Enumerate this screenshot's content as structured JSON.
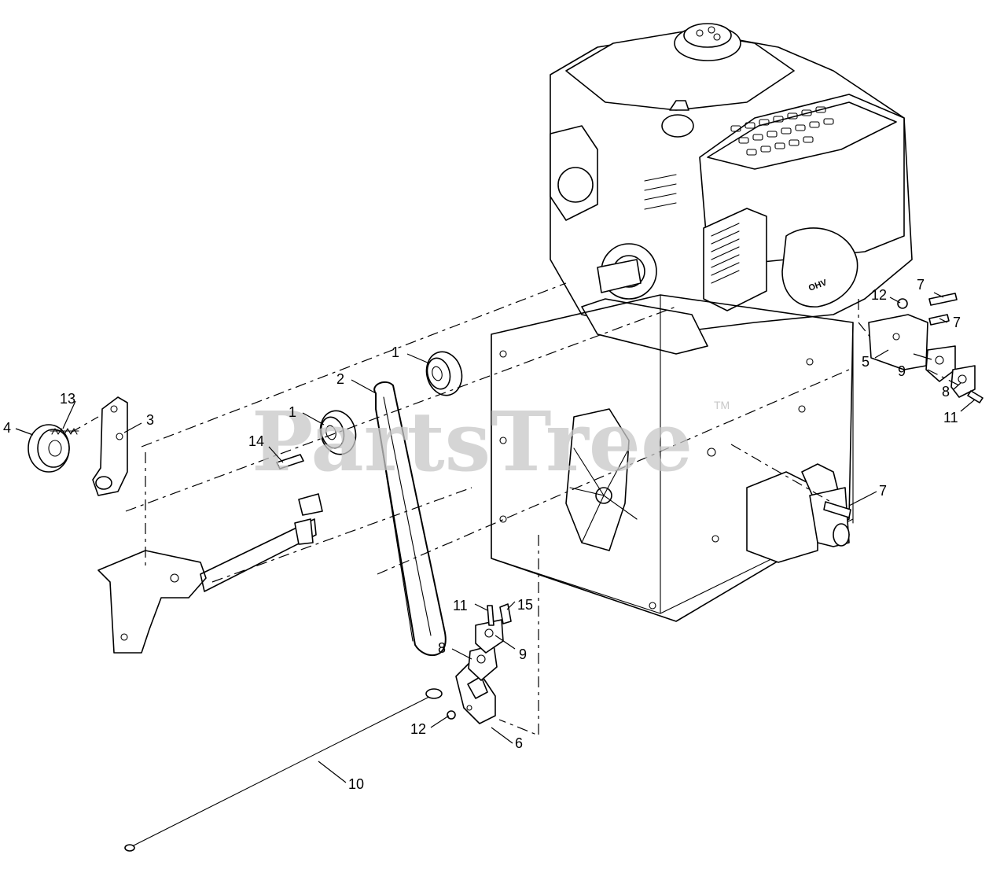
{
  "watermark": {
    "text": "PartsTree",
    "tm": "TM",
    "color": "#c8c8c8"
  },
  "engine_label": "OHV",
  "callouts": [
    {
      "id": "c-1a",
      "label": "1"
    },
    {
      "id": "c-1b",
      "label": "1"
    },
    {
      "id": "c-2",
      "label": "2"
    },
    {
      "id": "c-3",
      "label": "3"
    },
    {
      "id": "c-4",
      "label": "4"
    },
    {
      "id": "c-5",
      "label": "5"
    },
    {
      "id": "c-6",
      "label": "6"
    },
    {
      "id": "c-7a",
      "label": "7"
    },
    {
      "id": "c-7b",
      "label": "7"
    },
    {
      "id": "c-7c",
      "label": "7"
    },
    {
      "id": "c-8a",
      "label": "8"
    },
    {
      "id": "c-8b",
      "label": "8"
    },
    {
      "id": "c-9a",
      "label": "9"
    },
    {
      "id": "c-9b",
      "label": "9"
    },
    {
      "id": "c-10",
      "label": "10"
    },
    {
      "id": "c-11a",
      "label": "11"
    },
    {
      "id": "c-11b",
      "label": "11"
    },
    {
      "id": "c-12a",
      "label": "12"
    },
    {
      "id": "c-12b",
      "label": "12"
    },
    {
      "id": "c-13",
      "label": "13"
    },
    {
      "id": "c-14",
      "label": "14"
    },
    {
      "id": "c-15",
      "label": "15"
    }
  ]
}
